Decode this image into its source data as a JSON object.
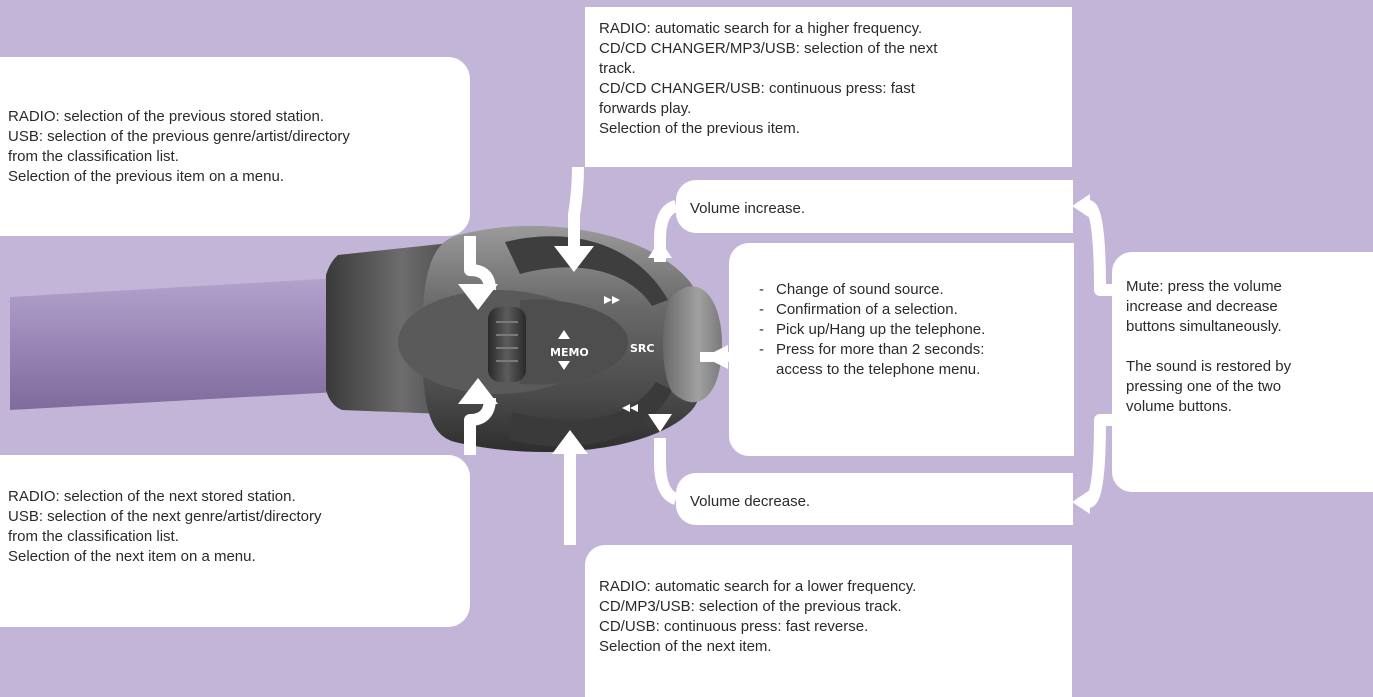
{
  "boxes": {
    "top_left": [
      "RADIO: selection of the previous stored station.",
      "USB: selection of the previous genre/artist/directory",
      "from the classification list.",
      "Selection of the previous item on a menu."
    ],
    "bottom_left": [
      "RADIO: selection of the next stored station.",
      "USB: selection of the next genre/artist/directory",
      "from the classification list.",
      "Selection of the next item on a menu."
    ],
    "top_center": [
      "RADIO: automatic search for a higher frequency.",
      "CD/CD CHANGER/MP3/USB: selection of the next",
      "track.",
      "CD/CD CHANGER/USB: continuous press: fast",
      "forwards play.",
      "Selection of the previous item."
    ],
    "bottom_center": [
      "RADIO: automatic search for a lower frequency.",
      "CD/MP3/USB: selection of the previous track.",
      "CD/USB: continuous press: fast reverse.",
      "Selection of the next item."
    ],
    "volume_increase": "Volume increase.",
    "volume_decrease": "Volume decrease.",
    "center_list": [
      "Change of sound source.",
      "Confirmation of a selection.",
      "Pick up/Hang up the telephone.",
      "Press for more than 2 seconds:",
      "access to the telephone menu."
    ],
    "right": [
      "Mute: press the volume",
      "increase and decrease",
      "buttons simultaneously.",
      "The sound is restored by",
      "pressing one of the two",
      "volume buttons."
    ]
  },
  "control_labels": {
    "memo": "MEMO",
    "src": "SRC"
  },
  "icons": [
    "arrow-up-icon",
    "arrow-down-icon",
    "fast-forward-icon",
    "rewind-icon",
    "callout-arrow-icon"
  ],
  "colors": {
    "background": "#c3b5d8",
    "box": "#ffffff",
    "text": "#2a2a2a"
  }
}
